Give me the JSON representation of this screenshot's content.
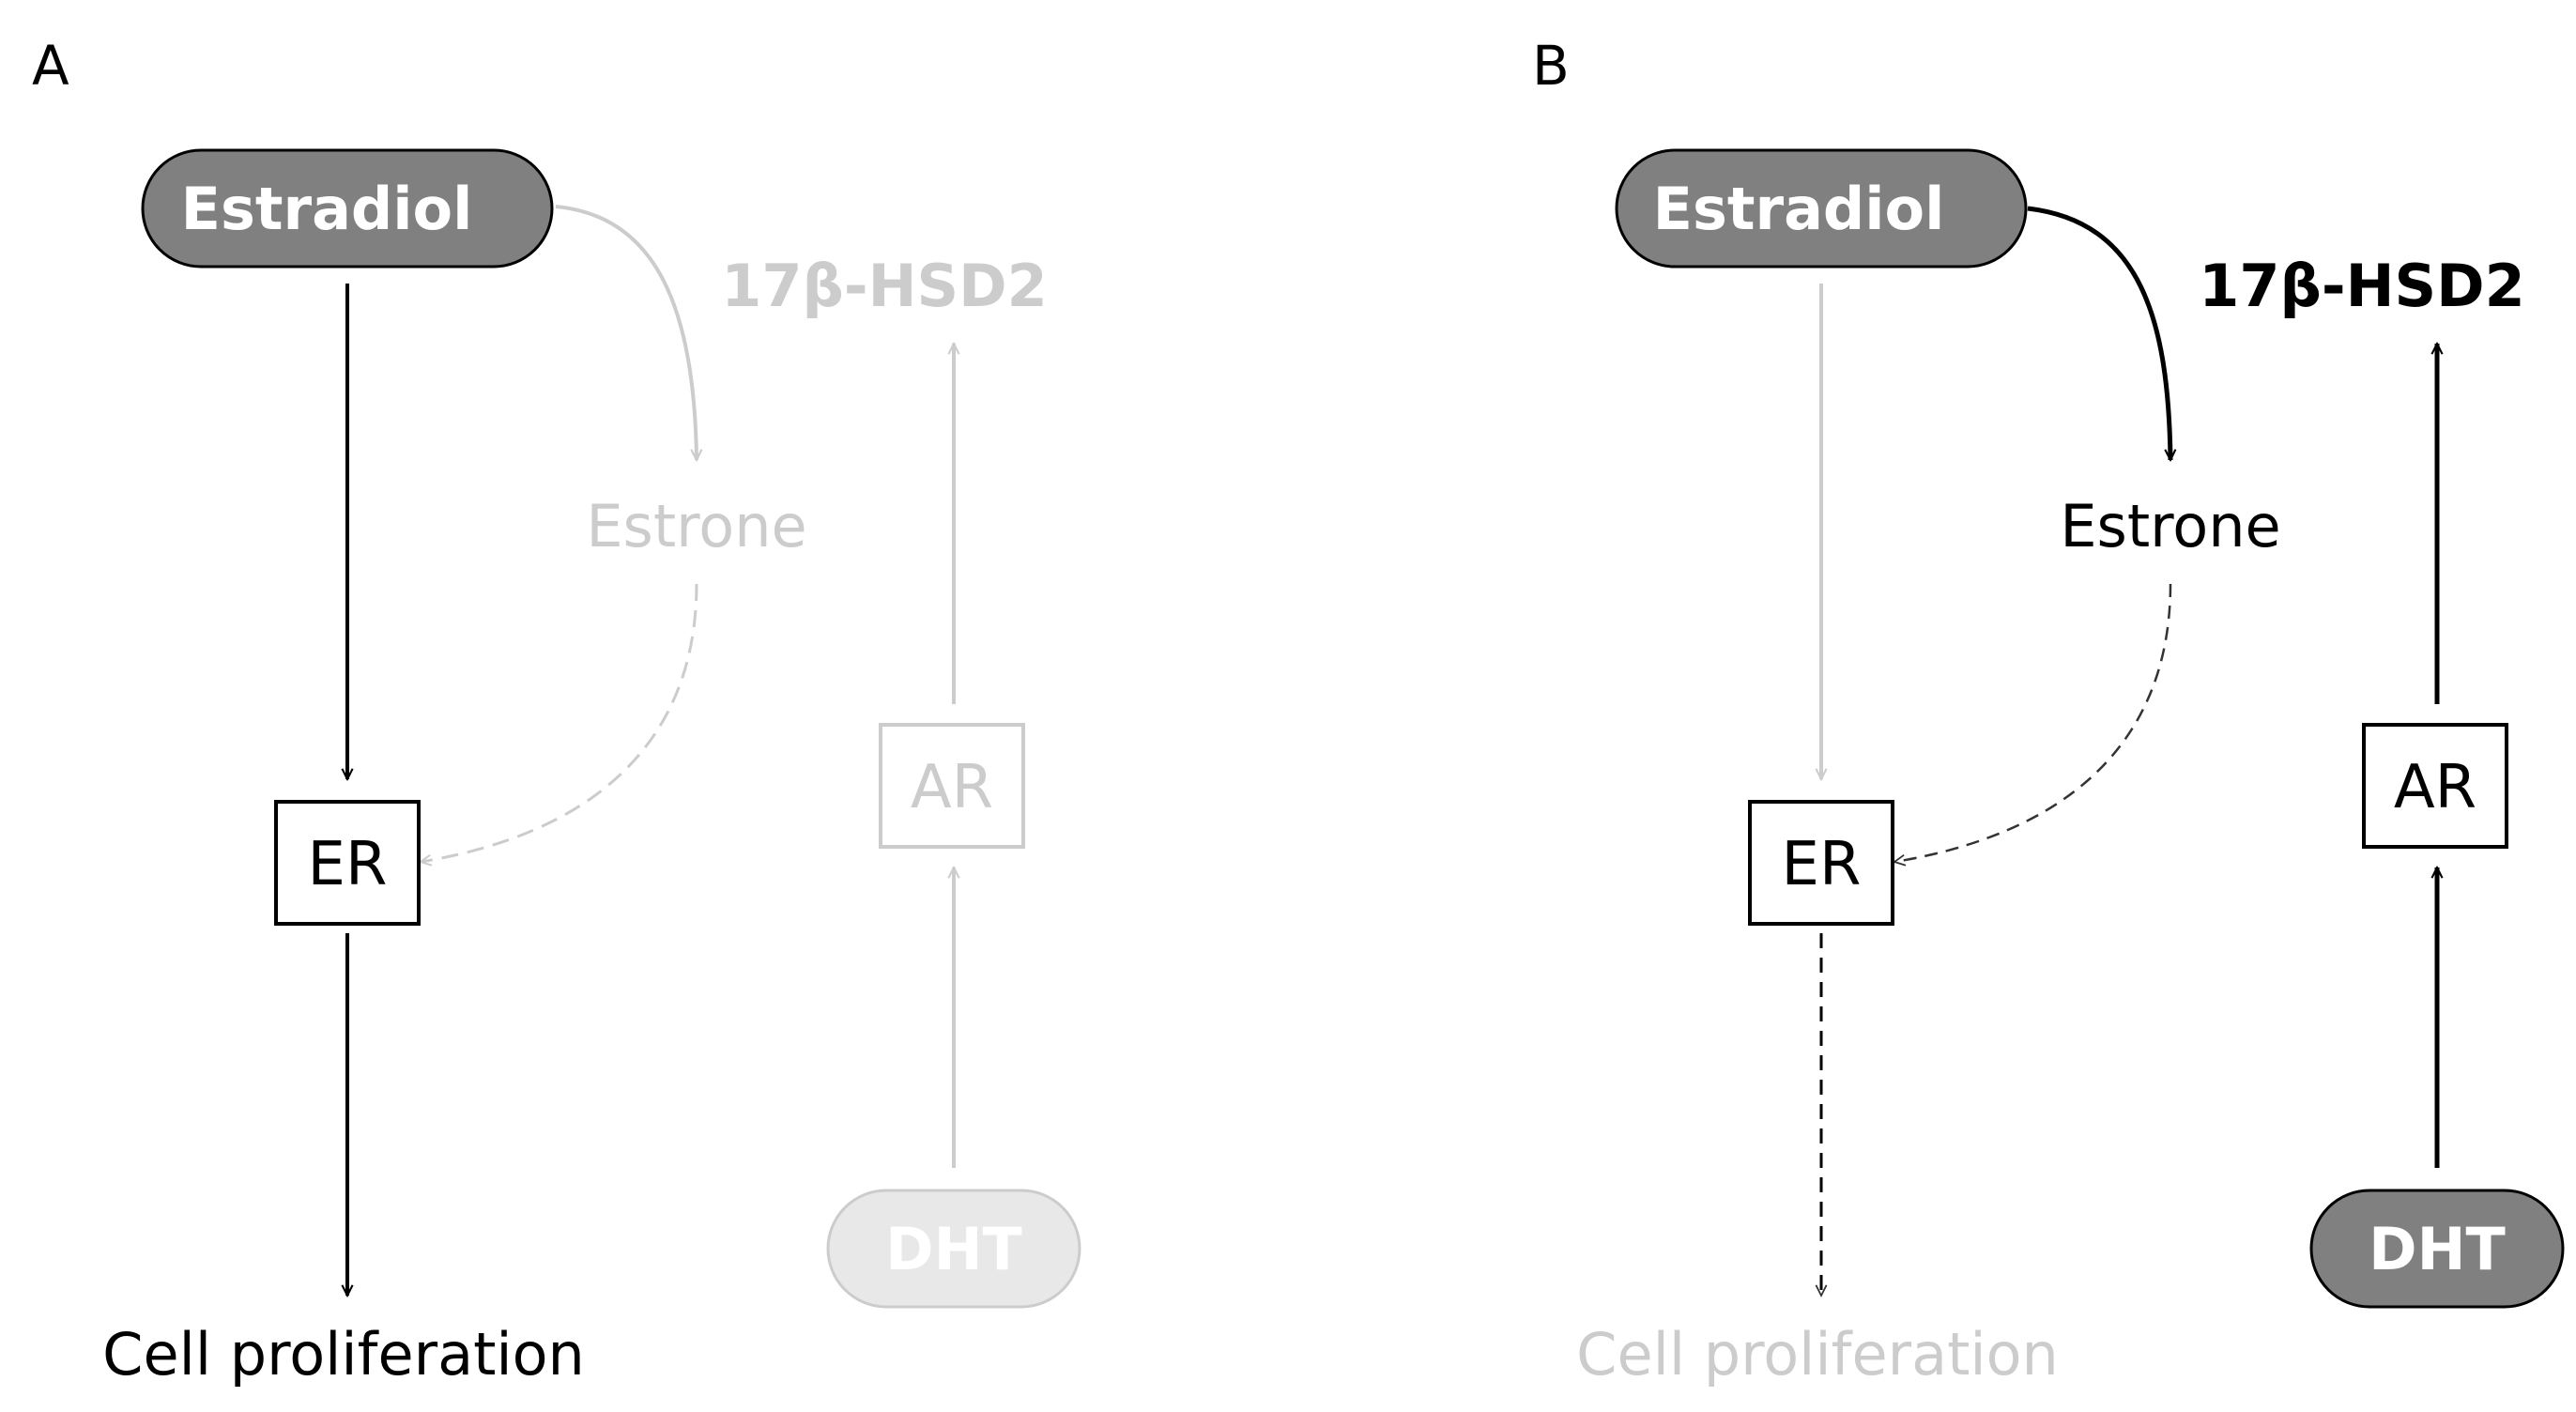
{
  "panels": [
    {
      "label": "A",
      "estradiol": "Estradiol",
      "hsd": "17β-HSD2",
      "estrone": "Estrone",
      "er": "ER",
      "ar": "AR",
      "dht": "DHT",
      "proliferation": "Cell proliferation"
    },
    {
      "label": "B",
      "estradiol": "Estradiol",
      "hsd": "17β-HSD2",
      "estrone": "Estrone",
      "er": "ER",
      "ar": "AR",
      "dht": "DHT",
      "proliferation": "Cell proliferation"
    }
  ],
  "colors": {
    "active": "#000000",
    "faded": "#cccccc",
    "faded_fill": "#e8e8e8",
    "pill_fill": "#808080",
    "dashed_active": "#333333"
  }
}
